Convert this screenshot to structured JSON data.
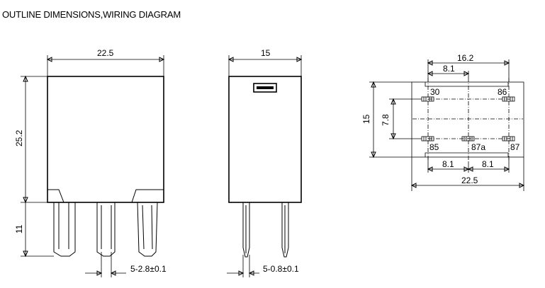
{
  "title": "OUTLINE DIMENSIONS,WIRING DIAGRAM",
  "front_view": {
    "width_label": "22.5",
    "height_label": "25.2",
    "pin_length_label": "11",
    "pin_label": "5-2.8±0.1"
  },
  "side_view": {
    "width_label": "15",
    "pin_label": "5-0.8±0.1"
  },
  "footprint": {
    "outer_width": "16.2",
    "inner_width": "8.1",
    "height": "15",
    "inner_height": "7.8",
    "pitch_left": "8.1",
    "pitch_right": "8.1",
    "total_width": "22.5",
    "pins": [
      "30",
      "86",
      "85",
      "87a",
      "87"
    ]
  }
}
